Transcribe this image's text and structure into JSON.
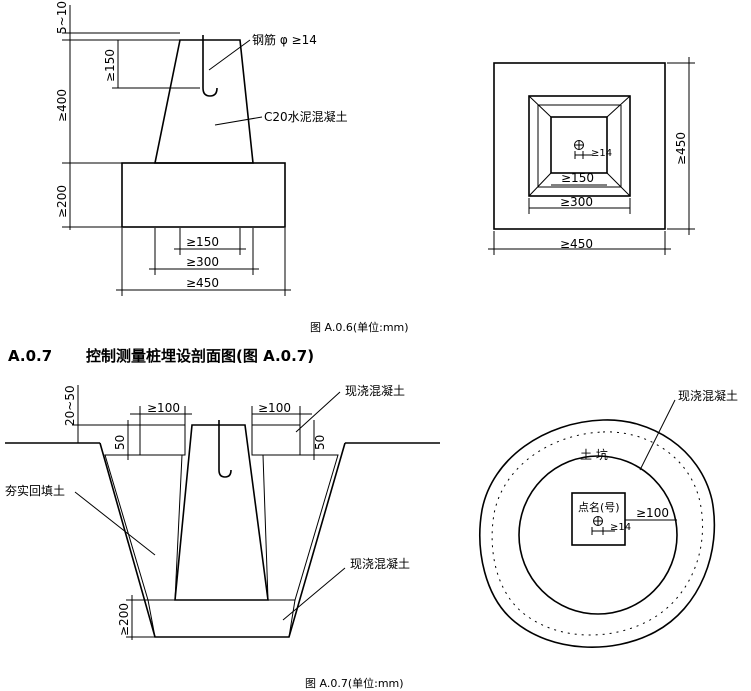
{
  "fig6": {
    "caption": "图  A.0.6(单位:mm)",
    "rebar_label": "钢筋 φ ≥14",
    "concrete_label": "C20水泥混凝土",
    "dims": {
      "top_gap": "5~10",
      "rebar_len": "≥150",
      "upper_height": "≥400",
      "base_height": "≥200",
      "top_width": "≥150",
      "mid_width": "≥300",
      "base_width": "≥450",
      "plan_inner": "≥150",
      "plan_mid": "≥300",
      "plan_outer_w": "≥450",
      "plan_outer_h": "≥450",
      "plan_rebar": "≥14"
    }
  },
  "section": {
    "number": "A.0.7",
    "title": "控制测量桩埋设剖面图(图 A.0.7)"
  },
  "fig7": {
    "caption": "图  A.0.7(单位:mm)",
    "labels": {
      "cast_concrete_top": "现浇混凝土",
      "backfill": "夯实回填土",
      "cast_concrete_bottom": "现浇混凝土",
      "cast_concrete_plan": "现浇混凝土",
      "pit": "土 坑",
      "point_name": "点名(号)"
    },
    "dims": {
      "depth": "20~50",
      "left_gap": "≥100",
      "right_gap": "≥100",
      "left_cap": "50",
      "right_cap": "50",
      "bottom_thick": "≥200",
      "plan_rebar": "≥14",
      "plan_gap": "≥100"
    }
  }
}
